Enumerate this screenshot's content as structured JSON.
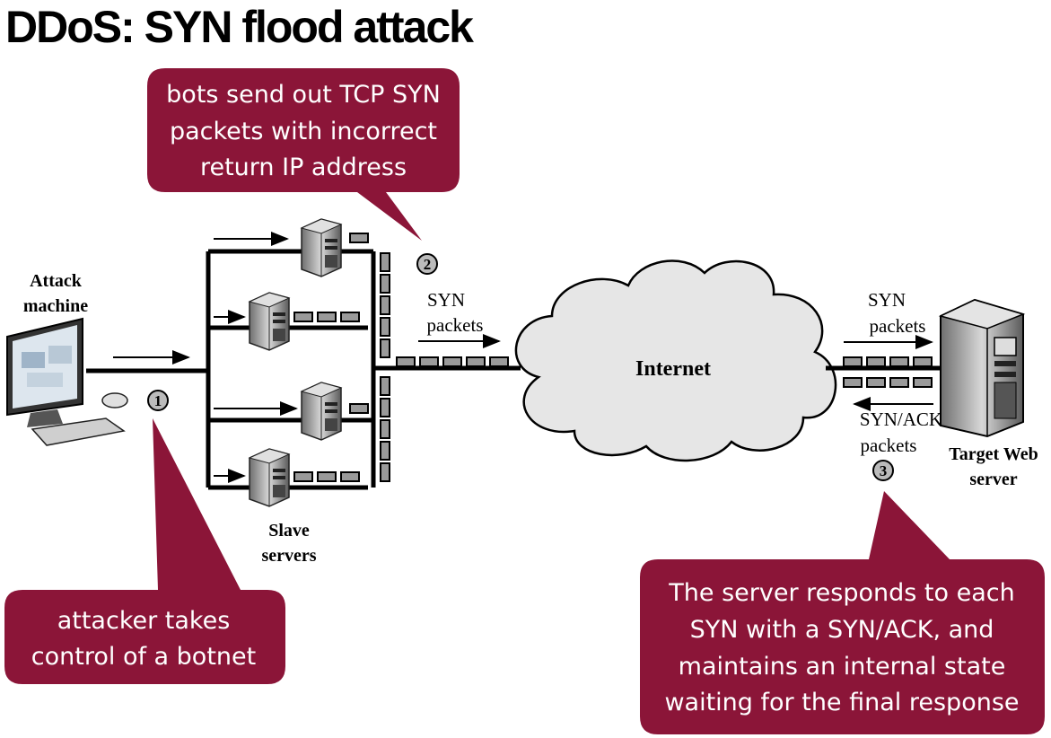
{
  "title": "DDoS: SYN flood attack",
  "callouts": {
    "bots": [
      "bots send out TCP SYN",
      "packets with incorrect",
      "return IP address"
    ],
    "attacker": [
      "attacker takes",
      "control of a botnet"
    ],
    "server": [
      "The server responds to each",
      "SYN with a SYN/ACK, and",
      "maintains an internal state",
      "waiting for the final response"
    ]
  },
  "labels": {
    "attack_machine": [
      "Attack",
      "machine"
    ],
    "slave_servers": [
      "Slave",
      "servers"
    ],
    "internet": "Internet",
    "syn_packets_left": [
      "SYN",
      "packets"
    ],
    "syn_packets_right": [
      "SYN",
      "packets"
    ],
    "synack_packets": [
      "SYN/ACK",
      "packets"
    ],
    "target_server": [
      "Target Web",
      "server"
    ]
  },
  "steps": [
    "1",
    "2",
    "3"
  ],
  "colors": {
    "callout": "#8b1538",
    "packet": "#9a9a9a",
    "server_body": "#8c8c8c"
  }
}
